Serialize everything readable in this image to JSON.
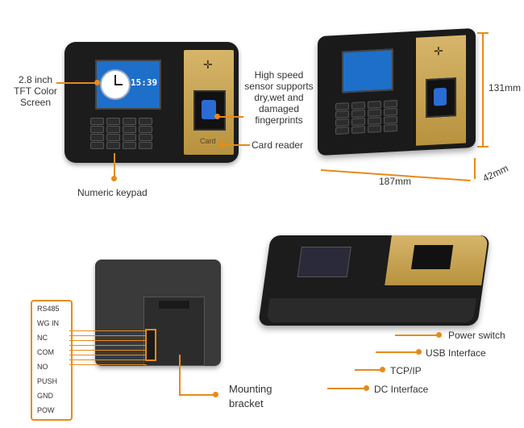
{
  "top_device": {
    "screen_time": "15:39",
    "card_text": "Card"
  },
  "callouts": {
    "screen": [
      "2.8 inch",
      "TFT Color",
      "Screen"
    ],
    "sensor": [
      "High speed",
      "sensor supports",
      "dry,wet and",
      "damaged",
      "fingerprints"
    ],
    "card_reader": "Card reader",
    "keypad": "Numeric keypad"
  },
  "dimensions": {
    "height": "131mm",
    "width": "187mm",
    "depth": "42mm"
  },
  "back_ports": [
    "RS485",
    "WG IN",
    "NC",
    "COM",
    "NO",
    "PUSH",
    "GND",
    "POW"
  ],
  "bracket_label": [
    "Mounting",
    "bracket"
  ],
  "side_callouts": {
    "power_switch": "Power switch",
    "usb": "USB Interface",
    "tcpip": "TCP/IP",
    "dc": "DC Interface"
  },
  "colors": {
    "accent": "#e88a1a",
    "gold_panel": "#c9a653",
    "device_body": "#1c1c1c",
    "screen_blue": "#1e6fc9"
  }
}
